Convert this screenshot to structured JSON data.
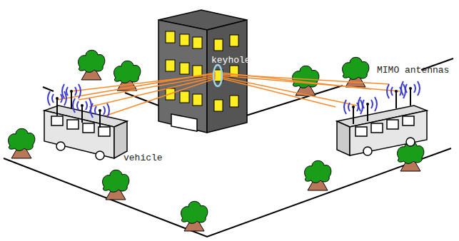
{
  "diagram": {
    "labels": [
      "keyhole",
      "MIMO antennas",
      "vehicle"
    ]
  }
}
